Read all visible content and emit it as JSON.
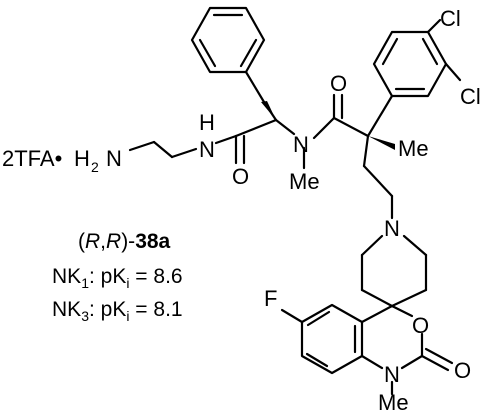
{
  "molecule": {
    "salt": "2TFA•",
    "atoms": {
      "amine_h": "H",
      "amine_n": "N",
      "amine_sub": "2",
      "amide_nh_h": "H",
      "amide_nh_n": "N",
      "carbonyl_o1": "O",
      "n_methyl_n": "N",
      "n_methyl_me": "Me",
      "carbonyl_o2": "O",
      "quaternary_me": "Me",
      "chloro_1": "Cl",
      "chloro_2": "Cl",
      "piperidine_n": "N",
      "fluoro": "F",
      "ring_o": "O",
      "ring_carbonyl_o": "O",
      "ring_n": "N",
      "ring_n_me": "Me"
    }
  },
  "compound_info": {
    "stereo_open": "(",
    "stereo_r1": "R",
    "stereo_comma": ",",
    "stereo_r2": "R",
    "stereo_close": ")-",
    "compound_id": "38a",
    "nk1_prefix": "NK",
    "nk1_sub": "1",
    "nk1_mid": ": pK",
    "nk1_i": "i",
    "nk1_value": " = 8.6",
    "nk3_prefix": "NK",
    "nk3_sub": "3",
    "nk3_mid": ": pK",
    "nk3_i": "i",
    "nk3_value": " = 8.1"
  }
}
